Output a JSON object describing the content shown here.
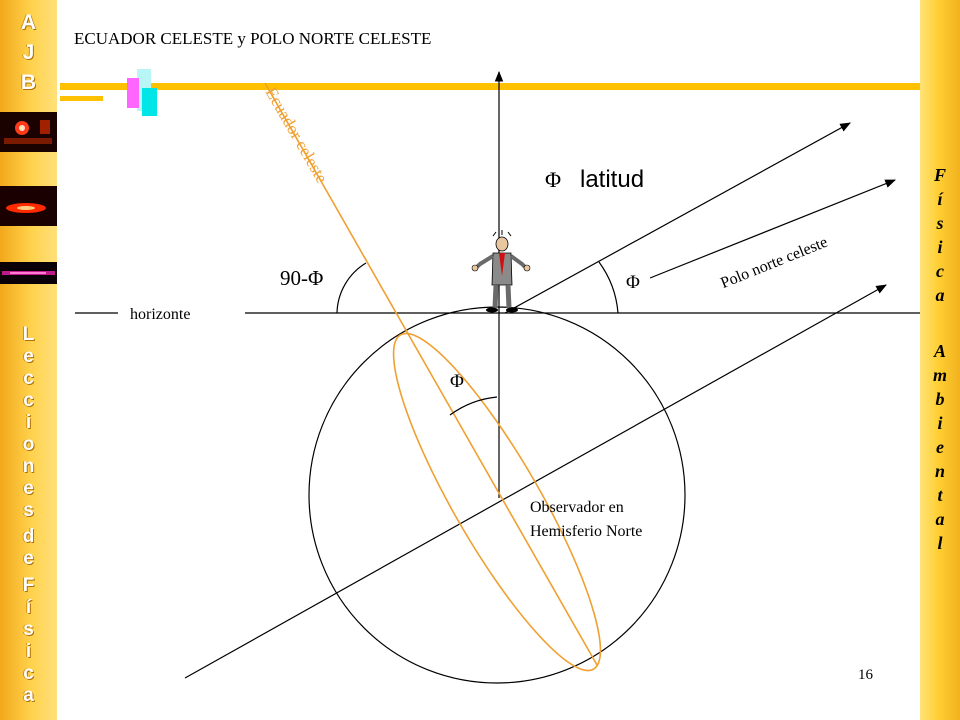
{
  "slide": {
    "title": "ECUADOR CELESTE  y POLO NORTE CELESTE",
    "page_number": "16"
  },
  "left_band": {
    "top_letters": [
      "A",
      "J",
      "B"
    ],
    "bottom_letters": [
      "L",
      "e",
      "c",
      "c",
      "i",
      "o",
      "n",
      "e",
      "s",
      "d",
      "e",
      "F",
      "í",
      "s",
      "i",
      "c",
      "a"
    ]
  },
  "right_band": {
    "letters": [
      "F",
      "í",
      "s",
      "i",
      "c",
      "a",
      "A",
      "m",
      "b",
      "i",
      "e",
      "n",
      "t",
      "a",
      "l"
    ]
  },
  "diagram": {
    "label_ecuador": "Ecuador celeste",
    "label_latitud_symbol": "Φ",
    "label_latitud": "latitud",
    "label_polo": "Polo norte celeste",
    "label_angle_complement": "90-Φ",
    "label_angle_phi_right": "Φ",
    "label_angle_phi_center": "Φ",
    "label_horizonte": "horizonte",
    "label_observer_line1": "Observador en",
    "label_observer_line2": "Hemisferio Norte"
  },
  "colors": {
    "band_orange": "#f2a81a",
    "band_yellow": "#ffd24d",
    "equator_orange": "#f0a030",
    "deco_bar": "#ffc000",
    "deco_pink": "#ff66ff",
    "deco_cyan": "#00e5e5"
  }
}
